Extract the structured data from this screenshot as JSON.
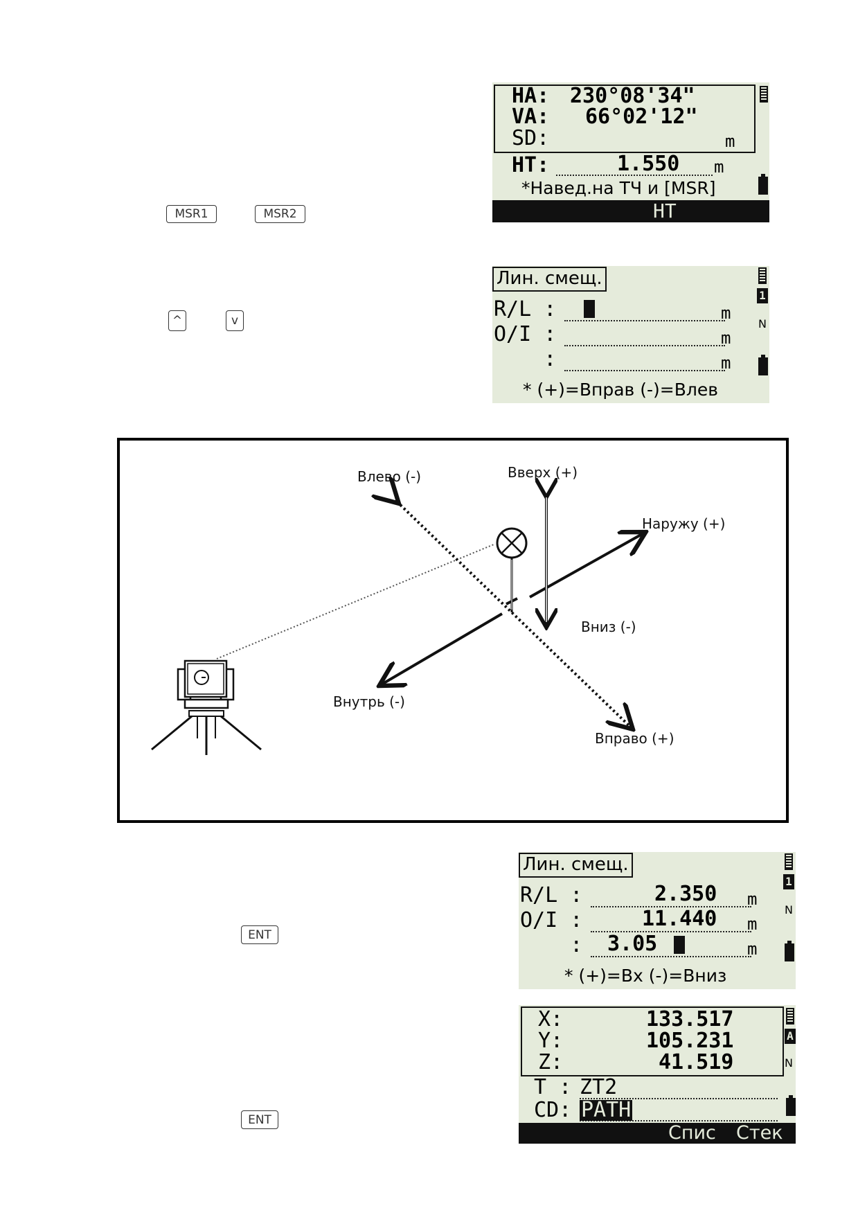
{
  "keys": {
    "msr1": "MSR1",
    "msr2": "MSR2",
    "up": "^",
    "down": "v",
    "ent1": "ENT",
    "ent2": "ENT"
  },
  "screen1": {
    "ha_label": "HA:",
    "ha_value": "230°08'34\"",
    "va_label": "VA:",
    "va_value": "66°02'12\"",
    "sd_label": "SD:",
    "sd_unit": "m",
    "ht_label": "HT:",
    "ht_value": "1.550",
    "ht_unit": "m",
    "message": "*Навед.на ТЧ и [MSR]",
    "softkey": "HT"
  },
  "screen2": {
    "title": "Лин. смещ.",
    "rows": [
      {
        "label": "R/L :",
        "value": "",
        "unit": "m"
      },
      {
        "label": "O/I :",
        "value": "",
        "unit": "m"
      },
      {
        "label": "    :",
        "value": "",
        "unit": "m"
      }
    ],
    "hint": "* (+)=Вправ (-)=Влев",
    "mode_number": "1",
    "mode_letter": "N"
  },
  "diagram": {
    "labels": {
      "left": "Влево (-)",
      "up": "Вверх (+)",
      "out": "Наружу (+)",
      "down": "Вниз (-)",
      "in": "Внутрь (-)",
      "right": "Вправо (+)"
    }
  },
  "screen3": {
    "title": "Лин. смещ.",
    "rows": [
      {
        "label": "R/L :",
        "value": "2.350",
        "unit": "m"
      },
      {
        "label": "O/I :",
        "value": "11.440",
        "unit": "m"
      },
      {
        "label": "    :",
        "value": "3.05",
        "unit": "m"
      }
    ],
    "hint": "* (+)=Вх (-)=Вниз",
    "mode_number": "1",
    "mode_letter": "N"
  },
  "screen4": {
    "x_label": "X:",
    "x_value": "133.517",
    "y_label": "Y:",
    "y_value": "105.231",
    "z_label": "Z:",
    "z_value": "41.519",
    "t_label": "T :",
    "t_value": "ZT2",
    "cd_label": "CD:",
    "cd_value": "PATH",
    "softkey_list": "Спис",
    "softkey_stack": "Стек",
    "mode_letter": "A",
    "mode_n": "N"
  }
}
